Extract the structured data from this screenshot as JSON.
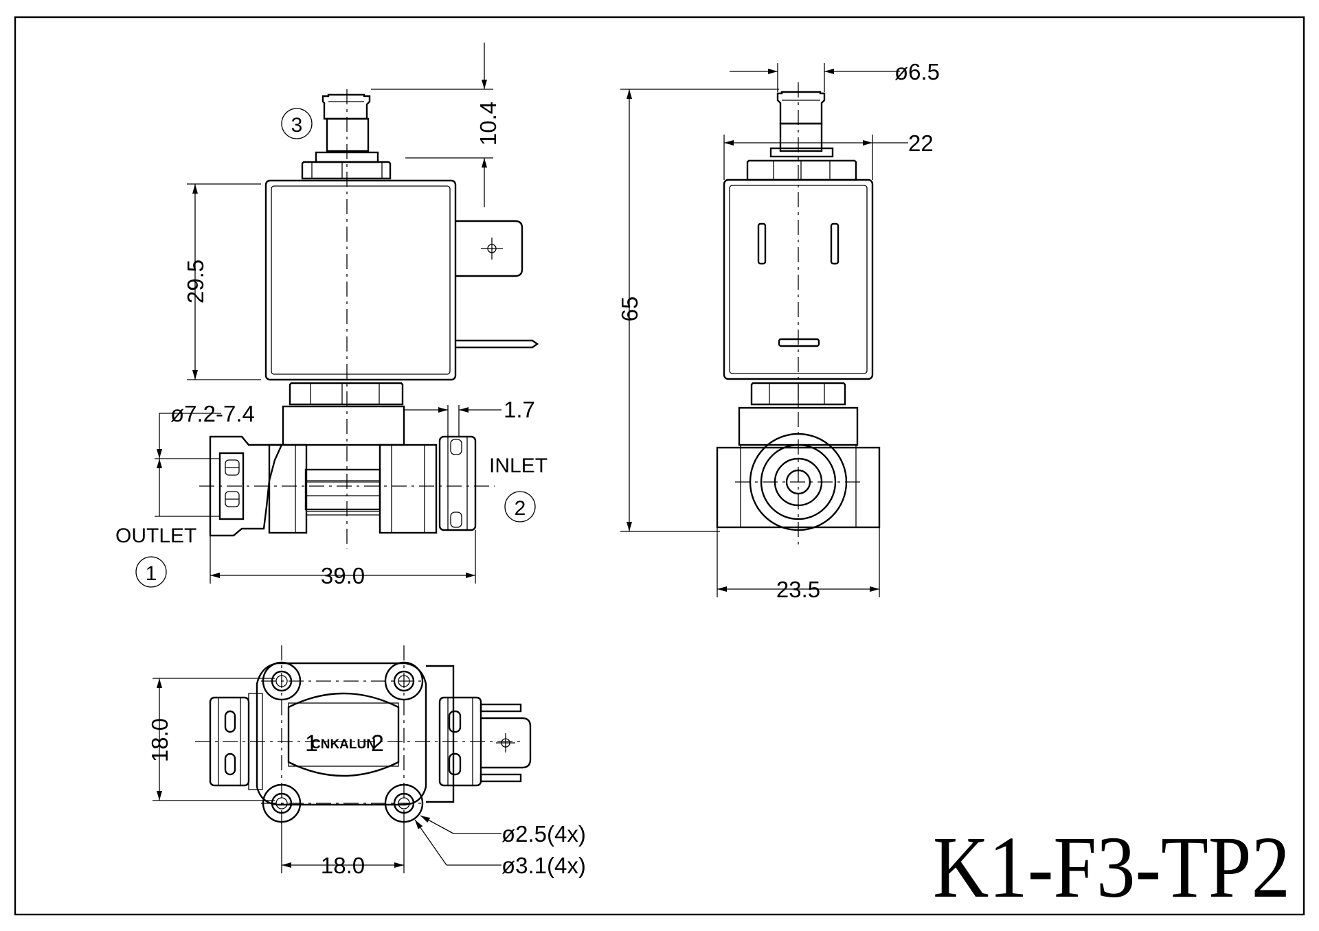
{
  "model_code": "K1-F3-TP2",
  "brand": "CNKALUN",
  "ports": {
    "outlet_label": "OUTLET",
    "inlet_label": "INLET",
    "outlet_number": "1",
    "inlet_number": "2",
    "exhaust_number": "3"
  },
  "body_markings": {
    "left": "1",
    "right": "2"
  },
  "dimensions": {
    "port3_height": "10.4",
    "coil_height": "29.5",
    "outlet_diameter": "ø7.2-7.4",
    "terminal_thickness": "1.7",
    "side_length": "39.0",
    "port3_diameter": "ø6.5",
    "coil_width": "22",
    "total_height": "65",
    "body_width": "23.5",
    "bottom_height": "18.0",
    "bottom_width": "18.0",
    "hole_small": "ø2.5(4x)",
    "hole_large": "ø3.1(4x)"
  }
}
